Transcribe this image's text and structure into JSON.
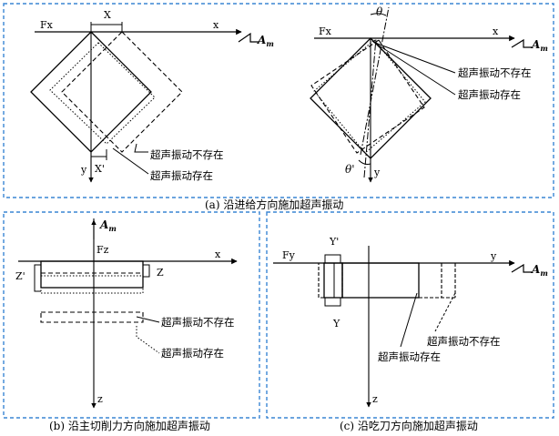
{
  "panel_a": {
    "caption": "(a) 沿进给方向施加超声振动",
    "left": {
      "fx": "Fx",
      "x_top": "X",
      "x_axis": "x",
      "x_prime": "X'",
      "y_axis": "y",
      "am_main": "A",
      "am_sub": "m",
      "label_absent": "超声振动不存在",
      "label_present": "超声振动存在"
    },
    "right": {
      "fx": "Fx",
      "theta": "θ",
      "theta_prime": "θ'",
      "x_axis": "x",
      "y_axis": "y",
      "am_main": "A",
      "am_sub": "m",
      "label_absent": "超声振动不存在",
      "label_present": "超声振动存在"
    }
  },
  "panel_b": {
    "caption": "(b) 沿主切削力方向施加超声振动",
    "am_main": "A",
    "am_sub": "m",
    "fz": "Fz",
    "x_axis": "x",
    "z_axis": "z",
    "z_label": "Z",
    "z_prime": "Z'",
    "label_absent": "超声振动不存在",
    "label_present": "超声振动存在"
  },
  "panel_c": {
    "caption": "(c) 沿吃刀方向施加超声振动",
    "fy": "Fy",
    "y_axis": "y",
    "am_main": "A",
    "am_sub": "m",
    "y_prime": "Y'",
    "y_label": "Y",
    "z_axis": "z",
    "label_absent": "超声振动不存在",
    "label_present": "超声振动存在"
  },
  "colors": {
    "frame": "#3a86d4",
    "line": "#000000"
  }
}
